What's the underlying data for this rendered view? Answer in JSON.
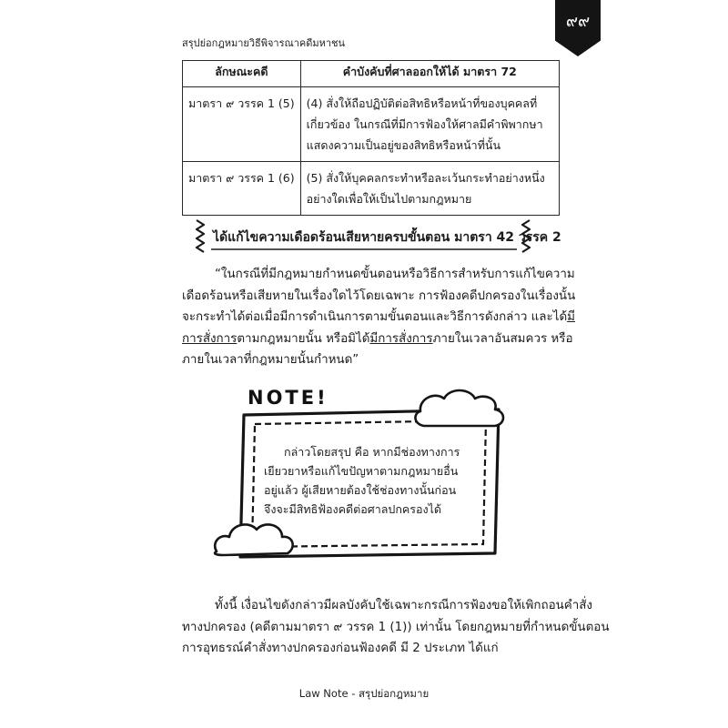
{
  "header": {
    "page_number": "๙๙",
    "running_title": "สรุปย่อกฎหมายวิธีพิจารณาคดีมหาชน"
  },
  "table": {
    "headers": [
      "ลักษณะคดี",
      "คำบังคับที่ศาลออกให้ได้ มาตรา 72"
    ],
    "rows": [
      {
        "section": "มาตรา ๙ วรรค 1 (5)",
        "remedy_lines": [
          "(4) สั่งให้ถือปฏิบัติต่อสิทธิหรือหน้าที่ของบุคคลที่",
          "เกี่ยวข้อง ในกรณีที่มีการฟ้องให้ศาลมีคำพิพากษา",
          "แสดงความเป็นอยู่ของสิทธิหรือหน้าที่นั้น"
        ]
      },
      {
        "section": "มาตรา ๙ วรรค 1 (6)",
        "remedy_lines": [
          "(5) สั่งให้บุคคลกระทำหรือละเว้นกระทำอย่างหนึ่ง",
          "อย่างใดเพื่อให้เป็นไปตามกฎหมาย"
        ]
      }
    ]
  },
  "section_heading": "ได้แก้ไขความเดือดร้อนเสียหายครบขั้นตอน มาตรา 42 วรรค 2",
  "quote": {
    "line1": "“ในกรณีที่มีกฎหมายกำหนดขั้นตอนหรือวิธีการสำหรับการแก้ไขความ",
    "line2": "เดือดร้อนหรือเสียหายในเรื่องใดไว้โดยเฉพาะ การฟ้องคดีปกครองในเรื่องนั้น",
    "line3": "จะกระทำได้ต่อเมื่อมีการดำเนินการตามขั้นตอนและวิธีการดังกล่าว และได้",
    "line3_underlined": "มี",
    "line4_underlined_a": "การสั่งการ",
    "line4_mid": "ตามกฎหมายนั้น หรือมิได้",
    "line4_underlined_b": "มีการสั่งการ",
    "line4_end": "ภายในเวลาอันสมควร หรือ",
    "line5": "ภายในเวลาที่กฎหมายนั้นกำหนด”"
  },
  "note": {
    "title": "NOTE!",
    "lines": [
      "กล่าวโดยสรุป คือ หากมีช่องทางการ",
      "เยียวยาหรือแก้ไขปัญหาตามกฎหมายอื่น",
      "อยู่แล้ว ผู้เสียหายต้องใช้ช่องทางนั้นก่อน",
      "จึงจะมีสิทธิฟ้องคดีต่อศาลปกครองได้"
    ]
  },
  "closing": {
    "lines": [
      "ทั้งนี้ เงื่อนไขดังกล่าวมีผลบังคับใช้เฉพาะกรณีการฟ้องขอให้เพิกถอนคำสั่ง",
      "ทางปกครอง (คดีตามมาตรา ๙ วรรค 1 (1)) เท่านั้น โดยกฎหมายที่กำหนดขั้นตอน",
      "การอุทธรณ์คำสั่งทางปกครองก่อนฟ้องคดี มี 2 ประเภท ได้แก่"
    ]
  },
  "footer": "Law Note - สรุปย่อกฎหมาย"
}
